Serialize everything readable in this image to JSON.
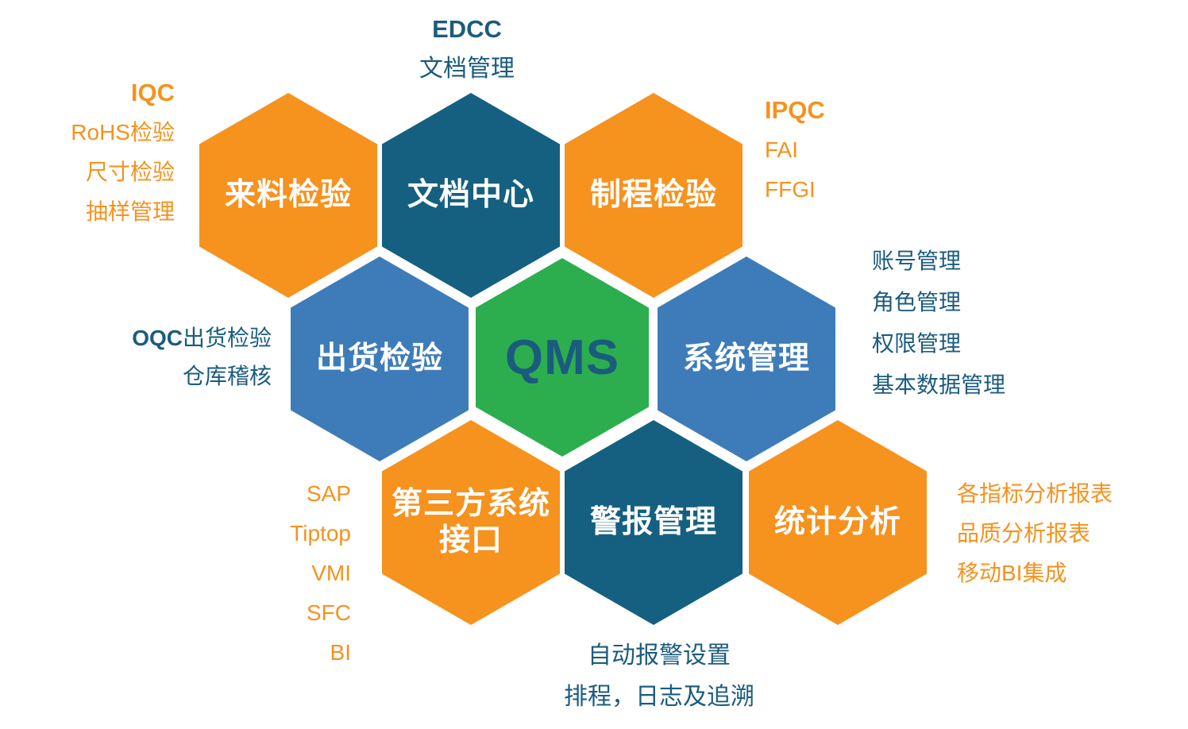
{
  "colors": {
    "orange": "#F6921E",
    "teal": "#156080",
    "blue": "#3E7CB9",
    "green": "#2CAE4F",
    "navy_text": "#1B5C7E",
    "hex_label_text": "#FFFFFF",
    "background": "#FFFFFF"
  },
  "center": {
    "label": "QMS"
  },
  "hexes": {
    "incoming": {
      "label": "来料检验"
    },
    "doc_center": {
      "label": "文档中心"
    },
    "process": {
      "label": "制程检验"
    },
    "shipment": {
      "label": "出货检验"
    },
    "system": {
      "label": "系统管理"
    },
    "third_party": {
      "line1": "第三方系统",
      "line2": "接口"
    },
    "alarm": {
      "label": "警报管理"
    },
    "stats": {
      "label": "统计分析"
    }
  },
  "annotations": {
    "iqc": {
      "title": "IQC",
      "lines": [
        "RoHS检验",
        "尺寸检验",
        "抽样管理"
      ]
    },
    "edcc": {
      "title": "EDCC",
      "lines": [
        "文档管理"
      ]
    },
    "ipqc": {
      "title": "IPQC",
      "lines": [
        "FAI",
        "FFGI"
      ]
    },
    "system": {
      "lines": [
        "账号管理",
        "角色管理",
        "权限管理",
        "基本数据管理"
      ]
    },
    "oqc": {
      "title_bold": "OQC",
      "title_rest": "出货检验",
      "lines": [
        "仓库稽核"
      ]
    },
    "third_party": {
      "lines": [
        "SAP",
        "Tiptop",
        "VMI",
        "SFC",
        "BI"
      ]
    },
    "alarm": {
      "lines": [
        "自动报警设置",
        "排程，日志及追溯"
      ]
    },
    "stats": {
      "lines": [
        "各指标分析报表",
        "品质分析报表",
        "移动BI集成"
      ]
    }
  }
}
